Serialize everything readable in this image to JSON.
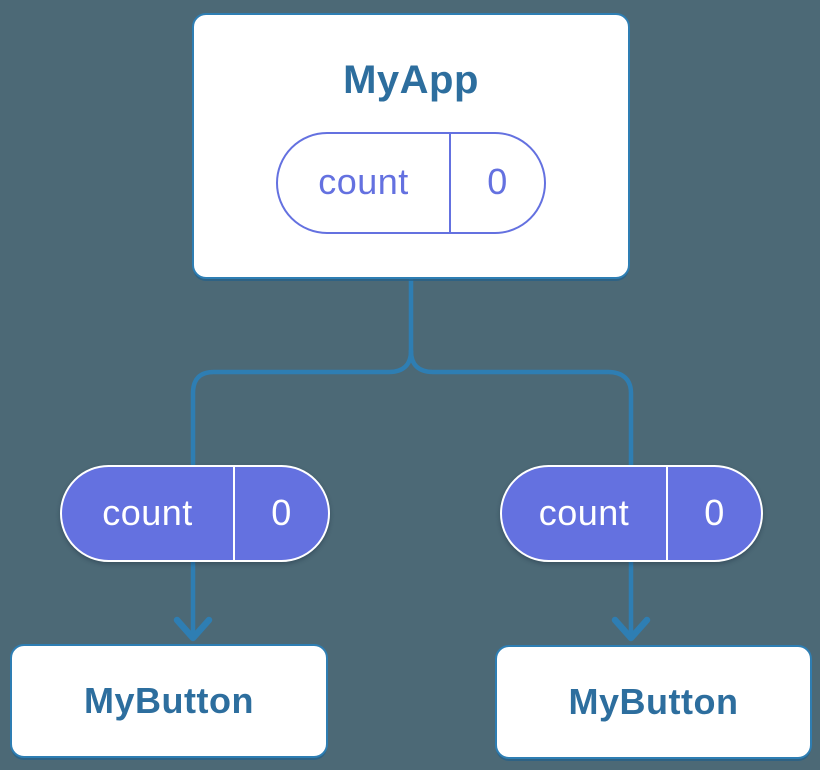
{
  "diagram": {
    "root": {
      "title": "MyApp",
      "prop": {
        "label": "count",
        "value": "0"
      }
    },
    "children": [
      {
        "title": "MyButton",
        "prop": {
          "label": "count",
          "value": "0"
        }
      },
      {
        "title": "MyButton",
        "prop": {
          "label": "count",
          "value": "0"
        }
      }
    ]
  },
  "colors": {
    "bg": "#4C6976",
    "line": "#2E7EB3",
    "textblue": "#2D6E9E",
    "purple": "#6471E0",
    "white": "#FFFFFF"
  }
}
